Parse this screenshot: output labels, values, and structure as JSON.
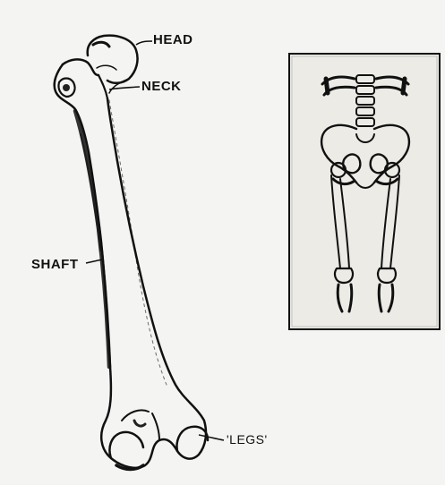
{
  "labels": {
    "head": "HEAD",
    "neck": "NECK",
    "shaft": "SHAFT",
    "legs": "'LEGS'"
  }
}
